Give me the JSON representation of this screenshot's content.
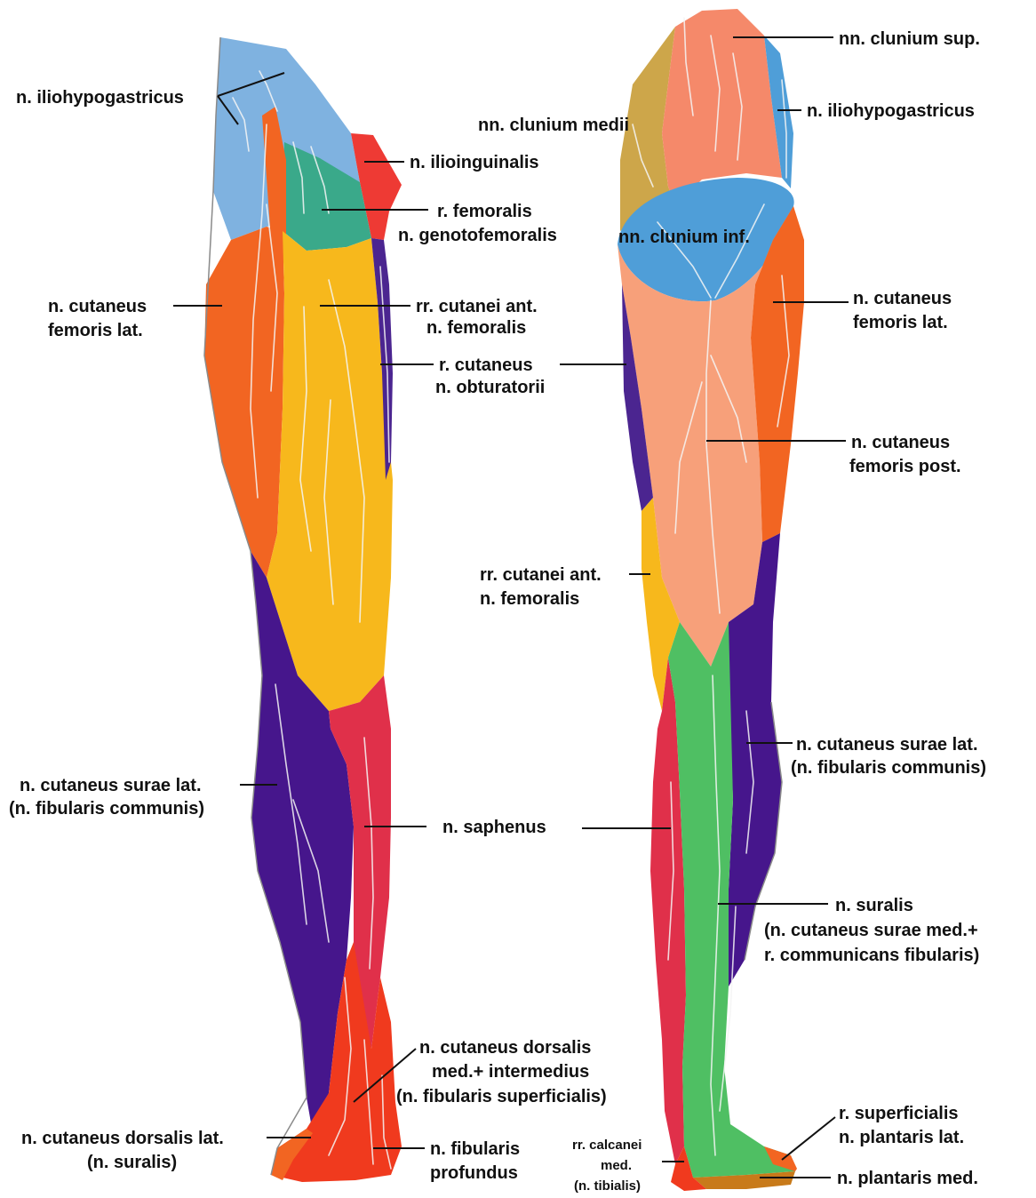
{
  "colors": {
    "iliohypogastricus": "#7fb2e0",
    "ilioinguinalis": "#ee3a34",
    "genitofemoral": "#3aa98a",
    "cutaneus_femoris_lat": "#f26522",
    "femoralis_ant": "#f7b81c",
    "obturatorius": "#4b2590",
    "surae_lat": "#46168c",
    "saphenus": "#e0304a",
    "fibularis_superficialis": "#f03a1e",
    "clunium_sup": "#f5896a",
    "clunium_medii": "#cda64a",
    "clunium_inf": "#4f9ed8",
    "femoris_post": "#f7a07a",
    "suralis": "#4fbf63",
    "plantaris": "#c87a1a"
  },
  "labels": {
    "ant_iliohypogastricus": "n. iliohypogastricus",
    "ant_ilioinguinalis": "n. ilioinguinalis",
    "ant_femoralis_genito_1": "r. femoralis",
    "ant_femoralis_genito_2": "n. genotofemoralis",
    "ant_cut_fem_lat_1": "n. cutaneus",
    "ant_cut_fem_lat_2": "femoris lat.",
    "ant_rr_cutanei_1": "rr. cutanei ant.",
    "ant_rr_cutanei_2": "n. femoralis",
    "ant_obturatorii_1": "r. cutaneus",
    "ant_obturatorii_2": "n. obturatorii",
    "ant_surae_lat_1": "n. cutaneus surae lat.",
    "ant_surae_lat_2": "(n. fibularis communis)",
    "saphenus": "n. saphenus",
    "ant_dorsalis_med_1": "n. cutaneus dorsalis",
    "ant_dorsalis_med_2": "med.+ intermedius",
    "ant_dorsalis_med_3": "(n. fibularis superficialis)",
    "ant_dorsalis_lat_1": "n. cutaneus dorsalis lat.",
    "ant_dorsalis_lat_2": "(n. suralis)",
    "ant_fib_prof_1": "n. fibularis",
    "ant_fib_prof_2": "profundus",
    "post_clunium_sup": "nn. clunium sup.",
    "post_iliohypogastricus": "n. iliohypogastricus",
    "post_clunium_medii": "nn. clunium medii",
    "post_clunium_inf": "nn. clunium inf.",
    "post_cut_fem_lat_1": "n. cutaneus",
    "post_cut_fem_lat_2": "femoris lat.",
    "post_fem_post_1": "n. cutaneus",
    "post_fem_post_2": "femoris post.",
    "post_rr_cutanei_1": "rr. cutanei ant.",
    "post_rr_cutanei_2": "n. femoralis",
    "post_surae_lat_1": "n. cutaneus surae lat.",
    "post_surae_lat_2": "(n. fibularis communis)",
    "post_suralis_1": "n. suralis",
    "post_suralis_2": "(n. cutaneus surae med.+",
    "post_suralis_3": "r. communicans fibularis)",
    "post_calcanei_1": "rr. calcanei",
    "post_calcanei_2": "med.",
    "post_calcanei_3": "(n. tibialis)",
    "post_plantaris_lat_1": "r. superficialis",
    "post_plantaris_lat_2": "n. plantaris lat.",
    "post_plantaris_med": "n. plantaris med."
  }
}
